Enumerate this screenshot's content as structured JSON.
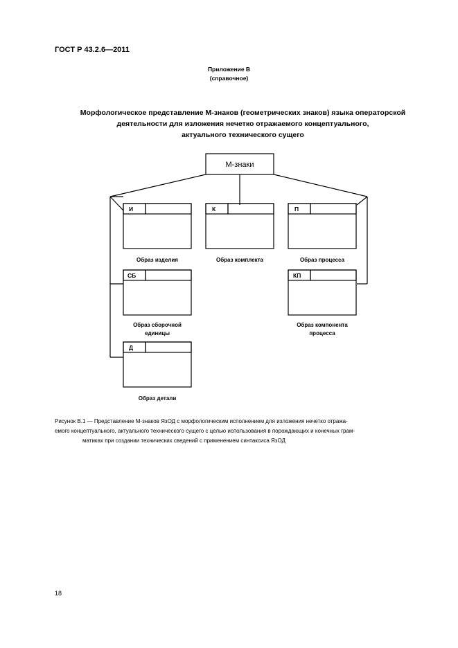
{
  "header": {
    "standard": "ГОСТ Р 43.2.6—2011"
  },
  "appendix": {
    "label": "Приложение В",
    "type": "(справочное)"
  },
  "title": {
    "line1": "Морфологическое представление М-знаков (геометрических знаков) языка операторской",
    "line2": "деятельности для изложения нечетко отражаемого концептуального,",
    "line3": "актуального технического сущего"
  },
  "diagram": {
    "root": "М-знаки",
    "nodes": [
      {
        "code": "И",
        "caption": [
          "Образ изделия"
        ]
      },
      {
        "code": "К",
        "caption": [
          "Образ комплекта"
        ]
      },
      {
        "code": "П",
        "caption": [
          "Образ процесса"
        ]
      },
      {
        "code": "СБ",
        "caption": [
          "Образ сборочной",
          "единицы"
        ]
      },
      {
        "code": "КП",
        "caption": [
          "Образ компонента",
          "процесса"
        ]
      },
      {
        "code": "Д",
        "caption": [
          "Образ детали"
        ]
      }
    ]
  },
  "figure_caption": {
    "line1": "Рисунок  В.1 — Представление М-знаков ЯзОД с морфологическим исполнением для изложения нечетко отража-",
    "line2": "емого концептуального, актуального технического сущего с целью использования в порождающих и конечных грам-",
    "line3": "матиках при создании технических сведений с применением синтаксиса ЯзОД"
  },
  "page_number": "18"
}
